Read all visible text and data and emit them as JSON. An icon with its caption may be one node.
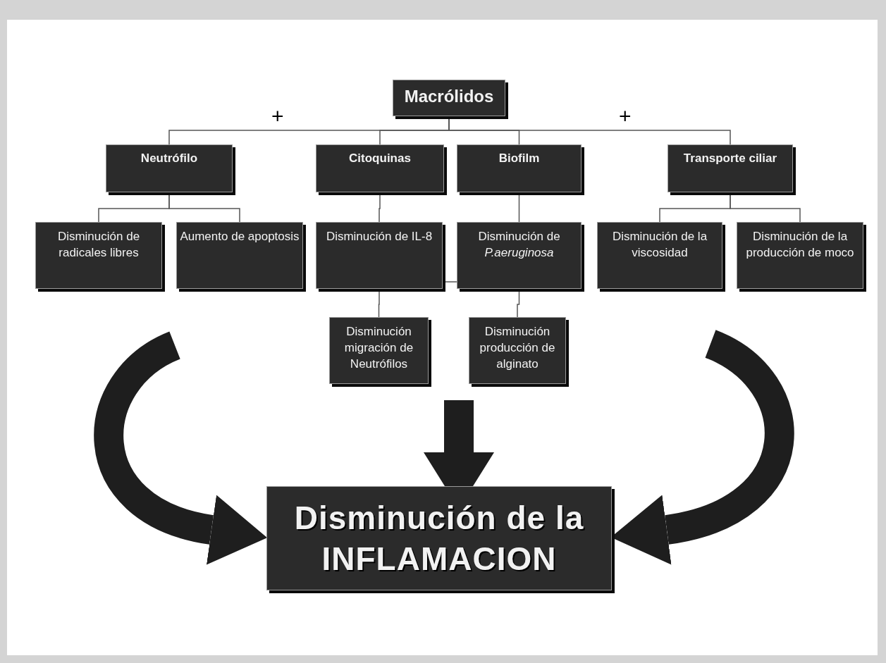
{
  "diagram": {
    "nodes": [
      {
        "text": [
          "Macrólidos"
        ]
      },
      {
        "text": [
          "Neutrófilo"
        ]
      },
      {
        "text": [
          "Citoquinas"
        ]
      },
      {
        "text": [
          "Biofilm"
        ]
      },
      {
        "text": [
          "Transporte ciliar"
        ]
      },
      {
        "text": [
          "Disminución de radicales libres"
        ]
      },
      {
        "text": [
          "Aumento de apoptosis"
        ]
      },
      {
        "text": [
          "Disminución de IL-8"
        ]
      },
      {
        "text": [
          "Disminución de *P.aeruginosa*"
        ]
      },
      {
        "text": [
          "Disminución de la viscosidad"
        ]
      },
      {
        "text": [
          "Disminución de la producción de moco"
        ]
      },
      {
        "text": [
          "Disminución migración de Neutrófilos"
        ]
      },
      {
        "text": [
          "Disminución producción de alginato"
        ]
      },
      {
        "text": [
          "Disminución de la INFLAMACION"
        ]
      }
    ],
    "edges": [
      {
        "from": 0,
        "to": 1,
        "arrow": "none"
      },
      {
        "from": 0,
        "to": 2,
        "arrow": "none"
      },
      {
        "from": 0,
        "to": 3,
        "arrow": "none"
      },
      {
        "from": 0,
        "to": 4,
        "arrow": "none"
      },
      {
        "from": 1,
        "to": 5,
        "arrow": "none"
      },
      {
        "from": 1,
        "to": 6,
        "arrow": "none"
      },
      {
        "from": 2,
        "to": 7,
        "arrow": "none"
      },
      {
        "from": 3,
        "to": 8,
        "arrow": "none"
      },
      {
        "from": 7,
        "to": 8,
        "arrow": "none"
      },
      {
        "from": 7,
        "to": 11,
        "arrow": "none"
      },
      {
        "from": 8,
        "to": 12,
        "arrow": "none"
      },
      {
        "from": 4,
        "to": 9,
        "arrow": "none"
      },
      {
        "from": 4,
        "to": 10,
        "arrow": "none"
      },
      {
        "from": null,
        "to": 13,
        "arrow": "to",
        "style": "thick"
      },
      {
        "from": null,
        "to": 13,
        "arrow": "to",
        "style": "thick"
      },
      {
        "from": null,
        "to": 13,
        "arrow": "to",
        "style": "thick"
      }
    ],
    "labels": [
      "+",
      "+"
    ]
  }
}
